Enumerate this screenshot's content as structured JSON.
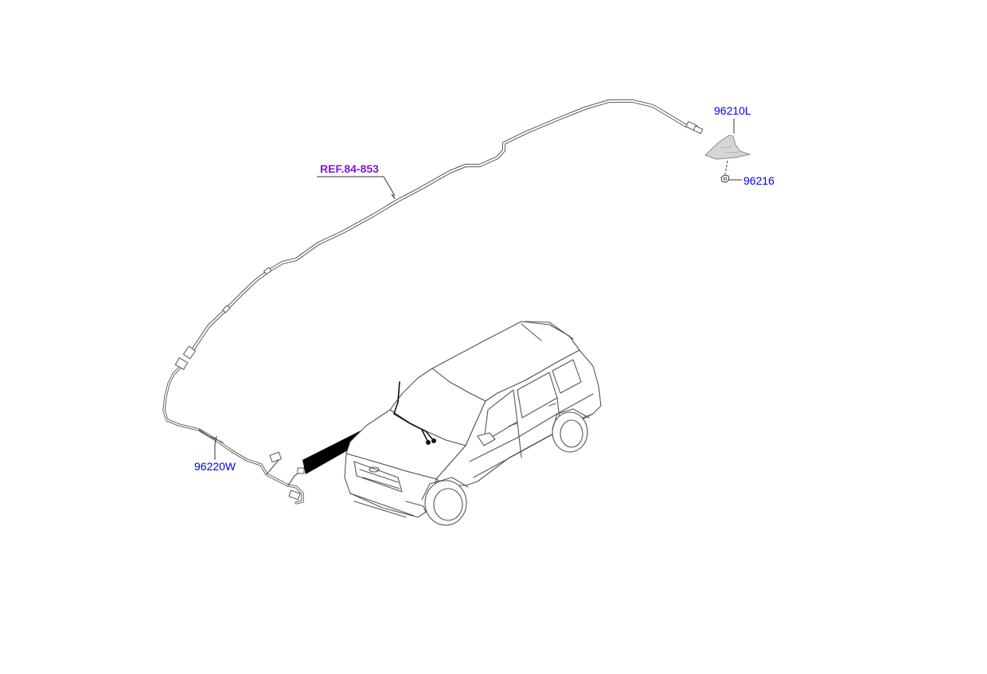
{
  "callouts": {
    "part_96210L": "96210L",
    "part_96216": "96216",
    "part_96220W": "96220W",
    "ref_84_853": "REF.84-853"
  },
  "colors": {
    "part_label": "#0000ee",
    "ref_label": "#8a12d8",
    "line_art": "#555555",
    "antenna_fill": "#d6d6d6"
  }
}
